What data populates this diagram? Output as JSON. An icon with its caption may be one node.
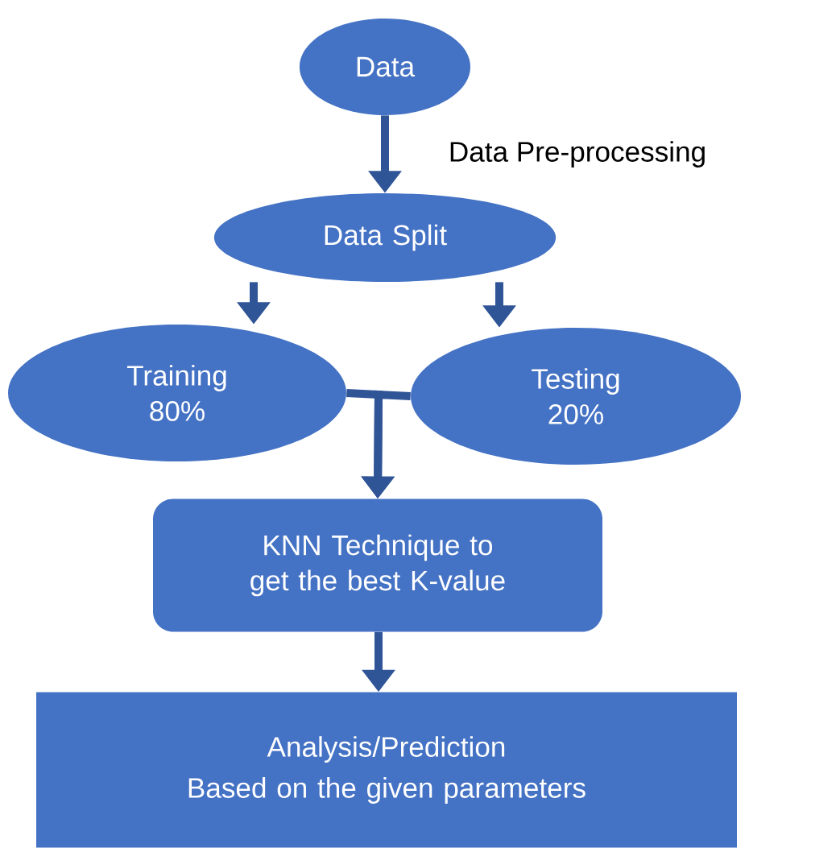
{
  "diagram": {
    "nodes": [
      {
        "text": [
          "Data"
        ]
      },
      {
        "text": [
          "Data Split"
        ]
      },
      {
        "text": [
          "Training 80%"
        ]
      },
      {
        "text": [
          "Testing 20%"
        ]
      },
      {
        "text": [
          "KNN Technique to get the best K-value"
        ]
      },
      {
        "text": [
          "Analysis/Prediction",
          "Based on the given parameters"
        ]
      }
    ],
    "edges": [
      {
        "from": 0,
        "to": 1,
        "arrow": "to",
        "label": "Data Pre-processing"
      },
      {
        "from": 1,
        "to": 2,
        "arrow": "to"
      },
      {
        "from": 1,
        "to": 3,
        "arrow": "to"
      },
      {
        "from": 2,
        "to": 4,
        "arrow": "to"
      },
      {
        "from": 3,
        "to": 4,
        "arrow": "to"
      },
      {
        "from": 4,
        "to": 5,
        "arrow": "to"
      }
    ]
  }
}
